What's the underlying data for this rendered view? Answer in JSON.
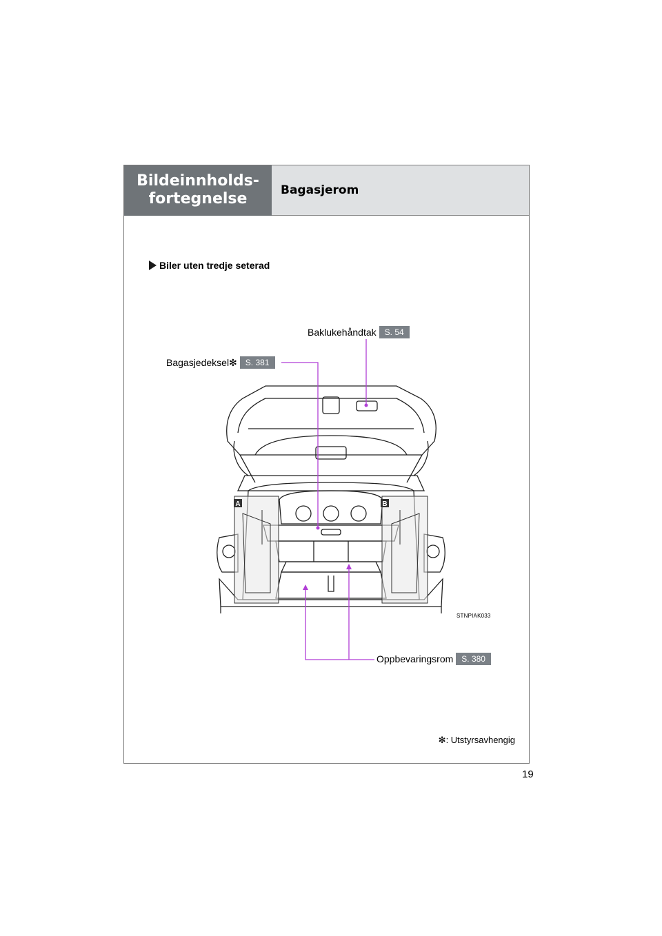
{
  "header": {
    "section_line1": "Bildeinnholds-",
    "section_line2": "fortegnelse",
    "title": "Bagasjerom"
  },
  "subheading": "Biler uten tredje seterad",
  "callouts": {
    "baklukehandtak": {
      "label": "Baklukehåndtak",
      "page": "S. 54"
    },
    "bagasjedeksel": {
      "label": "Bagasjedeksel✻",
      "page": "S. 381"
    },
    "oppbevaringsrom": {
      "label": "Oppbevaringsrom",
      "page": "S. 380"
    }
  },
  "markers": {
    "a": "A",
    "b": "B"
  },
  "illustration_code": "STNPIAK033",
  "footnote": "✻: Utstyrsavhengig",
  "page_number": "19",
  "colors": {
    "leader": "#b13fd6",
    "header_dark": "#6f7478",
    "header_light": "#dfe1e3",
    "badge": "#7b8187"
  }
}
